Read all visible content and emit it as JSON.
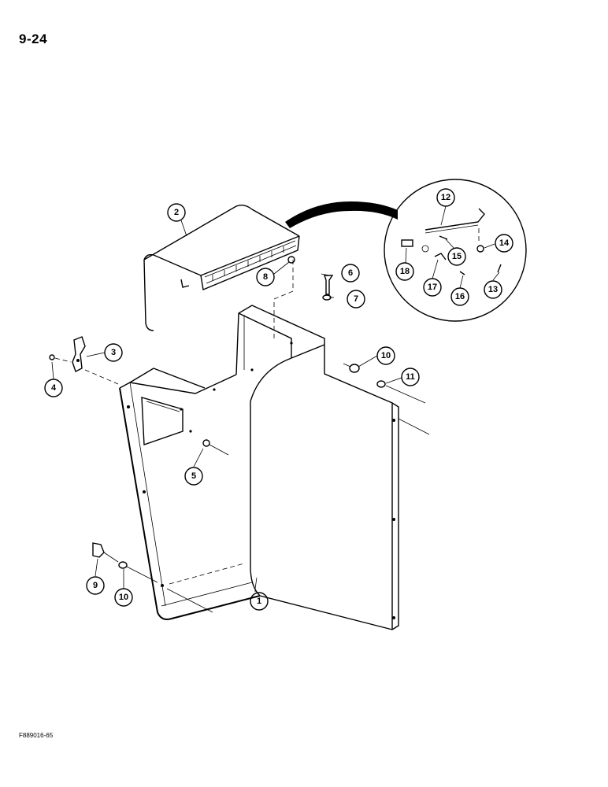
{
  "page": {
    "number": "9-24",
    "figure_code": "F889016-65"
  },
  "callouts": [
    {
      "id": "c1",
      "label": "1"
    },
    {
      "id": "c2",
      "label": "2"
    },
    {
      "id": "c3",
      "label": "3"
    },
    {
      "id": "c4",
      "label": "4"
    },
    {
      "id": "c5",
      "label": "5"
    },
    {
      "id": "c6",
      "label": "6"
    },
    {
      "id": "c7",
      "label": "7"
    },
    {
      "id": "c8",
      "label": "8"
    },
    {
      "id": "c9",
      "label": "9"
    },
    {
      "id": "c10a",
      "label": "10"
    },
    {
      "id": "c10b",
      "label": "10"
    },
    {
      "id": "c11",
      "label": "11"
    },
    {
      "id": "c12",
      "label": "12"
    },
    {
      "id": "c13",
      "label": "13"
    },
    {
      "id": "c14",
      "label": "14"
    },
    {
      "id": "c15",
      "label": "15"
    },
    {
      "id": "c16",
      "label": "16"
    },
    {
      "id": "c17",
      "label": "17"
    },
    {
      "id": "c18",
      "label": "18"
    }
  ]
}
